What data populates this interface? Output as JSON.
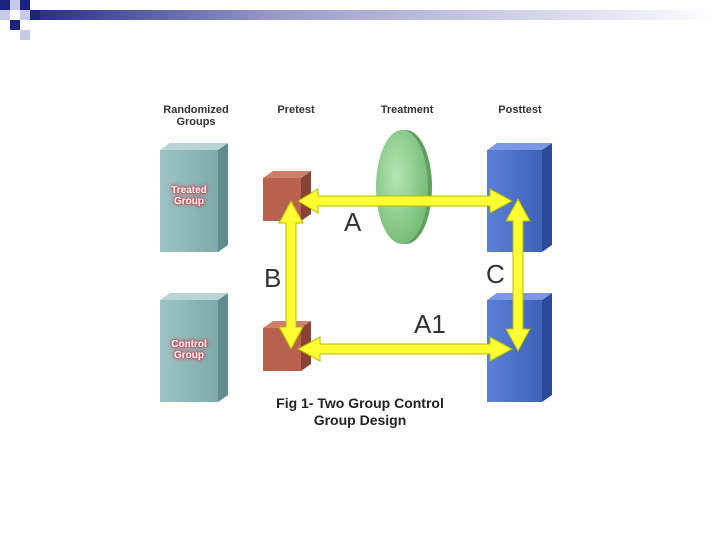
{
  "headers": {
    "randomized": "Randomized Groups",
    "pretest": "Pretest",
    "treatment": "Treatment",
    "posttest": "Posttest"
  },
  "groups": {
    "treated": "Treated Group",
    "control": "Control Group"
  },
  "arrows": {
    "a": "A",
    "a1": "A1",
    "b": "B",
    "c": "C"
  },
  "caption": {
    "line1": "Fig 1- Two Group Control",
    "line2": "Group Design"
  },
  "colors": {
    "randomized_box": "#8fb8b8",
    "pretest_box": "#b8614f",
    "posttest_box": "#4a6ec8",
    "treatment_lens": "#8ccf8c",
    "arrow": "#ffff33",
    "decor_navy": "#1a237e",
    "decor_lavender": "#c8c8e8"
  },
  "icons": {
    "corner": "square-tile-decoration"
  }
}
